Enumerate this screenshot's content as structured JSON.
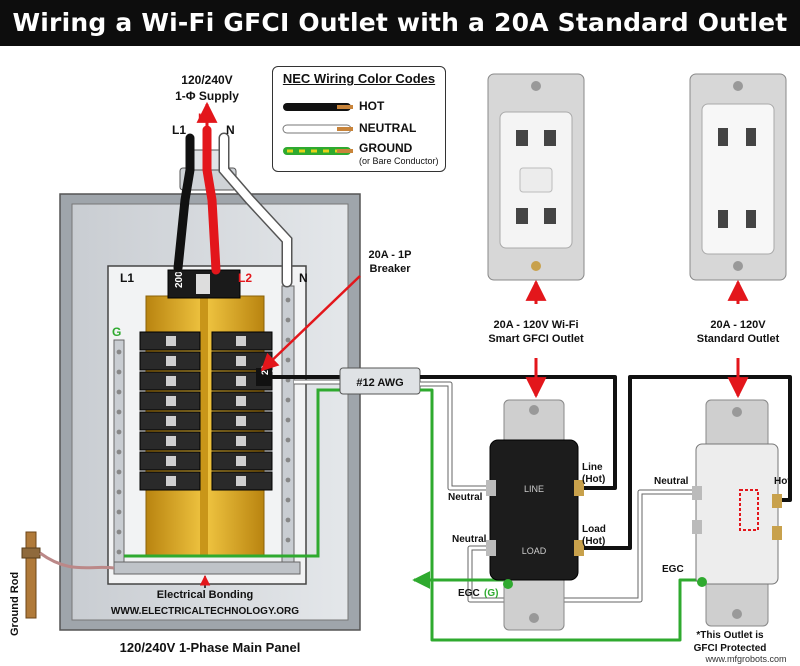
{
  "title": "Wiring a Wi-Fi GFCI Outlet with a 20A Standard Outlet",
  "supply": {
    "voltage": "120/240V",
    "phase": "1-Φ Supply",
    "l1": "L1",
    "l2": "L2",
    "n": "N"
  },
  "legend": {
    "title": "NEC Wiring Color Codes",
    "hot": "HOT",
    "neutral": "NEUTRAL",
    "ground": "GROUND",
    "ground_note": "(or Bare Conductor)"
  },
  "panel": {
    "l1": "L1",
    "l2": "L2",
    "n": "N",
    "g": "G",
    "main_breaker": "200",
    "branch_breaker": "20",
    "caption": "120/240V 1-Phase Main Panel",
    "bonding": "Electrical Bonding",
    "website": "WWW.ELECTRICALTECHNOLOGY.ORG"
  },
  "breaker_label": {
    "line1": "20A - 1P",
    "line2": "Breaker"
  },
  "cable_label": "#12 AWG",
  "ground_rod": "Ground Rod",
  "gfci": {
    "title1": "20A - 120V Wi-Fi",
    "title2": "Smart GFCI Outlet",
    "neutral_top": "Neutral",
    "neutral_bottom": "Neutral",
    "line": "Line",
    "line_hot": "(Hot)",
    "load": "Load",
    "load_hot": "(Hot)",
    "line_mark": "LINE",
    "load_mark": "LOAD",
    "egc": "EGC",
    "egc_g": "(G)"
  },
  "standard": {
    "title1": "20A - 120V",
    "title2": "Standard Outlet",
    "neutral": "Neutral",
    "hot": "Hot",
    "egc": "EGC",
    "note1": "*This Outlet is",
    "note2": "GFCI Protected"
  },
  "watermark": "www.mfgrobots.com",
  "colors": {
    "hot": "#111111",
    "l2": "#e3161b",
    "neutral": "#ffffff",
    "ground": "#2faa2f",
    "arrow": "#e3161b",
    "busbar": "#d6a21e"
  }
}
